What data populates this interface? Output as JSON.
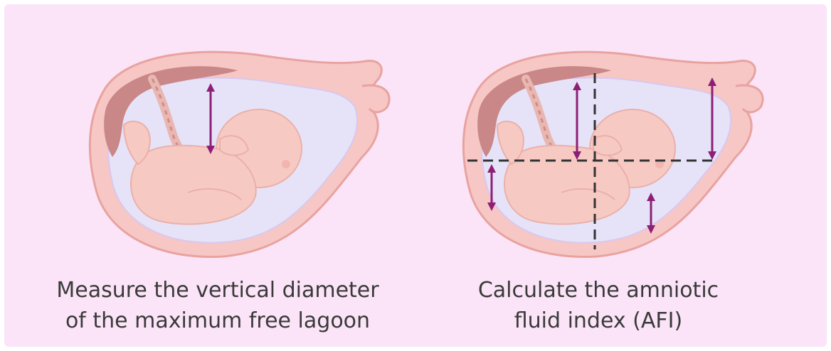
{
  "colors": {
    "background": "#fbe4f7",
    "uterus_wall": "#f6c7c4",
    "uterus_outline": "#e8a3a0",
    "placenta": "#c98787",
    "fluid": "#e6e3f8",
    "fetus": "#f7c9c3",
    "fetus_outline": "#eab0aa",
    "arrow": "#8e1f76",
    "dash": "#333333"
  },
  "left_panel": {
    "caption_line1": "Measure the vertical diameter",
    "caption_line2": "of the maximum free lagoon"
  },
  "right_panel": {
    "caption_line1": "Calculate the amniotic",
    "caption_line2": "fluid index (AFI)"
  }
}
